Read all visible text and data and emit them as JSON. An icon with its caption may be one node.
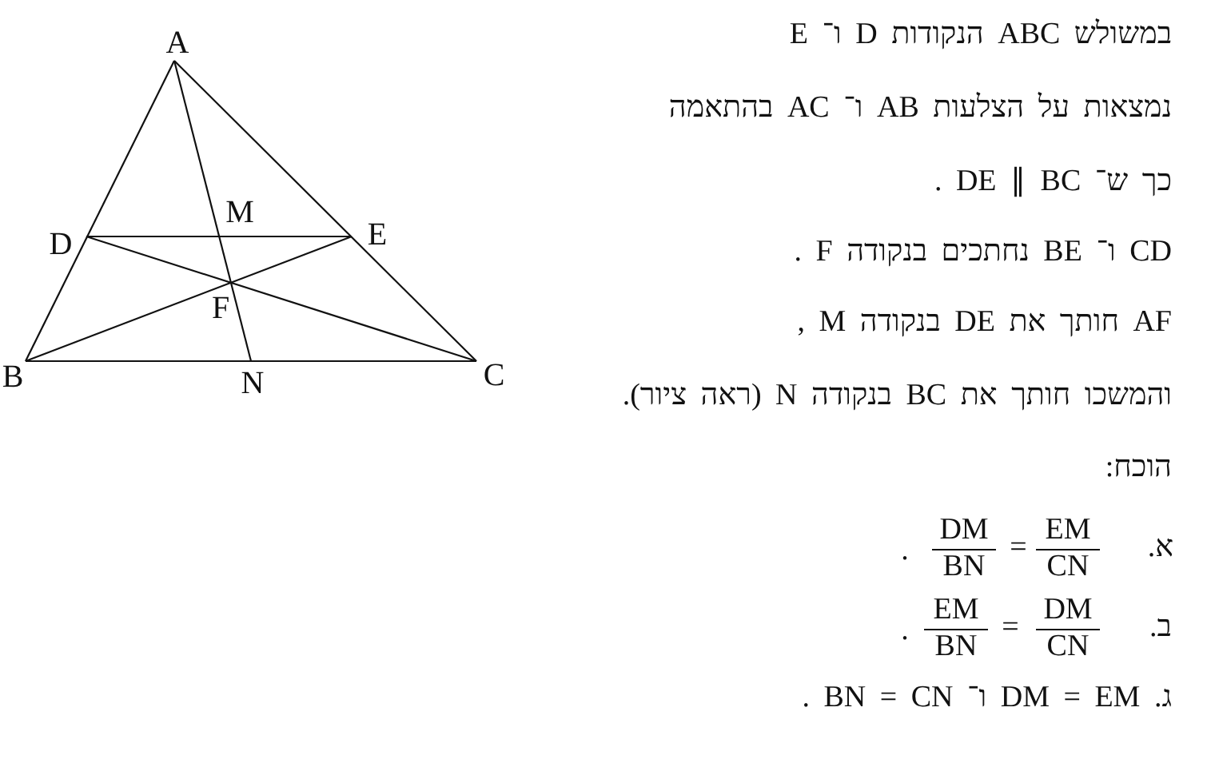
{
  "diagram": {
    "nodes": [
      {
        "text": [
          "A"
        ]
      },
      {
        "text": [
          "B"
        ]
      },
      {
        "text": [
          "C"
        ]
      },
      {
        "text": [
          "D"
        ]
      },
      {
        "text": [
          "E"
        ]
      },
      {
        "text": [
          "F"
        ]
      },
      {
        "text": [
          "M"
        ]
      },
      {
        "text": [
          "N"
        ]
      }
    ],
    "edges": [
      {
        "from": 0,
        "to": 1,
        "arrow": "none"
      },
      {
        "from": 0,
        "to": 2,
        "arrow": "none"
      },
      {
        "from": 1,
        "to": 2,
        "arrow": "none"
      },
      {
        "from": 3,
        "to": 4,
        "arrow": "none"
      },
      {
        "from": 3,
        "to": 2,
        "arrow": "none"
      },
      {
        "from": 1,
        "to": 4,
        "arrow": "none"
      },
      {
        "from": 0,
        "to": 7,
        "arrow": "none"
      }
    ],
    "labels": [
      "במשולש ABC הנקודות D ו־ E",
      "נמצאות על הצלעות AB ו־ AC בהתאמה",
      "כך ש־ DE ∥ BC .",
      "CD ו־ BE נחתכים בנקודה F .",
      "AF חותך את DE בנקודה M ,",
      "והמשכו חותך את BC בנקודה N (ראה ציור).",
      "הוכח:",
      "א.",
      "EM",
      "CN",
      "=",
      "DM",
      "BN",
      ".",
      "ב.",
      "DM",
      "CN",
      "=",
      "EM",
      "BN",
      ".",
      "ג. DM = EM ו־ BN = CN ."
    ]
  }
}
